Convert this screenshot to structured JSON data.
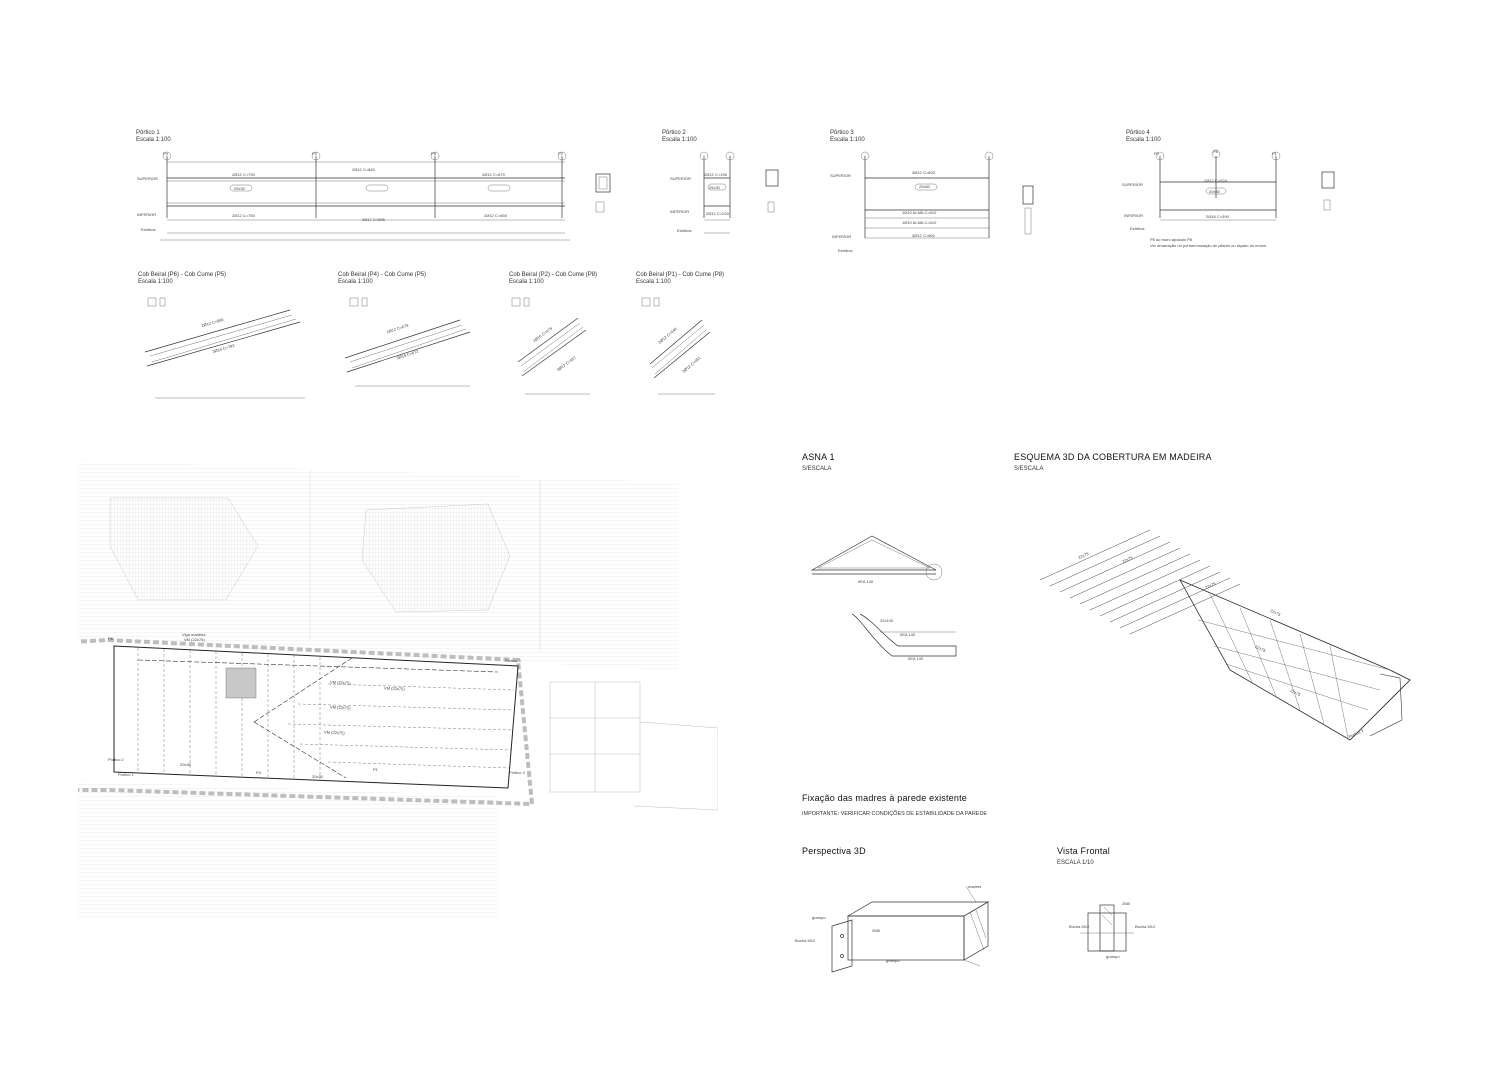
{
  "porticos": [
    {
      "title": "Pórtico 1",
      "scale": "Escala 1:100",
      "superior": "SUPERIOR",
      "inferior": "INFERIOR",
      "estribos": "Estribos",
      "top_bars": [
        "2Ø12 C=790",
        "2Ø12 C=840",
        "2Ø12 C=670"
      ],
      "bottom_bars": [
        "2Ø12 C=750",
        "2Ø17 C=895",
        "2Ø12 C=665"
      ],
      "section": "25x30",
      "pillars": [
        "P4",
        "P3",
        "P8",
        "P2"
      ]
    },
    {
      "title": "Pórtico 2",
      "scale": "Escala 1:100",
      "superior": "SUPERIOR",
      "inferior": "INFERIOR",
      "estribos": "Estribos",
      "top_bars": [
        "2Ø12 C=196"
      ],
      "bottom_bars": [
        "2Ø12 C=200"
      ],
      "section": "25x30",
      "pillars": [
        "P3",
        "P1"
      ]
    },
    {
      "title": "Pórtico 3",
      "scale": "Escala 1:100",
      "superior": "SUPERIOR",
      "inferior": "INFERIOR",
      "estribos": "Estribos",
      "top_bars": [
        "3Ø12 C=693"
      ],
      "bottom_bars": [
        "1Ø10 ALMA C=610",
        "1Ø10 ALMA C=610",
        "3Ø12 C=660"
      ],
      "section": "25x50",
      "pillars": [
        "P6",
        "P7"
      ]
    },
    {
      "title": "Pórtico 4",
      "scale": "Escala 1:100",
      "superior": "SUPERIOR",
      "inferior": "INFERIOR",
      "estribos": "Estribos",
      "top_bars": [
        "2Ø12 C=524"
      ],
      "bottom_bars": [
        "2Ø16 C=590"
      ],
      "section": "20x30",
      "pillars": [
        "P5",
        "P8",
        "P1"
      ],
      "notes": [
        "P5 ao muro apoiado P8",
        "Ver amarração no pormenorização do pilares ou alçado do muros"
      ]
    }
  ],
  "cob_beams": [
    {
      "title": "Cob Beiral (P6) - Cob Cume (P5)",
      "scale": "Escala 1:100",
      "bar_top": "2Ø12 C=800",
      "bar_bottom": "3Ø16 C=793"
    },
    {
      "title": "Cob Beiral (P4) - Cob Cume (P5)",
      "scale": "Escala 1:100",
      "bar_top": "2Ø12 C=679",
      "bar_bottom": "3Ø16 C=672"
    },
    {
      "title": "Cob Beiral (P2) - Cob Cume (P8)",
      "scale": "Escala 1:100",
      "bar_top": "2Ø16 C=479",
      "bar_bottom": "3Ø12 C=457"
    },
    {
      "title": "Cob Beiral (P1) - Cob Cume (P8)",
      "scale": "Escala 1:100",
      "bar_top": "2Ø12 C=449",
      "bar_bottom": "3Ø12 C=451"
    }
  ],
  "plan": {
    "labels": [
      "Viga madeira",
      "VM (22x75)",
      "VM (22x75)",
      "VM (22x75)",
      "VM (22x75)",
      "VM (22x75)",
      "Pórtico 1",
      "Pórtico 4",
      "Pórtico 2",
      "Pórtico 3",
      "20x30",
      "20x30",
      "P6",
      "P4",
      "P1"
    ]
  },
  "asna": {
    "title": "ASNA 1",
    "scale": "S/ESCALA",
    "labels": [
      "IIEA 140",
      "22x100",
      "IIEA 140",
      "IIEA 140"
    ]
  },
  "esquema": {
    "title": "ESQUEMA 3D DA COBERTURA EM MADEIRA",
    "scale": "S/ESCALA",
    "pitch_labels": [
      "22x75",
      "22x75",
      "22x75",
      "22x75",
      "22x75",
      "22x75"
    ],
    "portico_label": "Pórtico 3"
  },
  "fixacao": {
    "title": "Fixação das madres à parede existente",
    "note": "IMPORTANTE: VERIFICAR CONDIÇÕES DE ESTABILIDADE DA PAREDE"
  },
  "perspectiva": {
    "title": "Perspectiva 3D",
    "labels": [
      "madres",
      "2M8",
      "Bucha M12",
      "grampo",
      "grampo"
    ]
  },
  "vista": {
    "title": "Vista Frontal",
    "scale": "ESCALA 1/10",
    "labels": [
      "2M8",
      "Bucha M12",
      "Bucha M12",
      "grampo"
    ]
  }
}
